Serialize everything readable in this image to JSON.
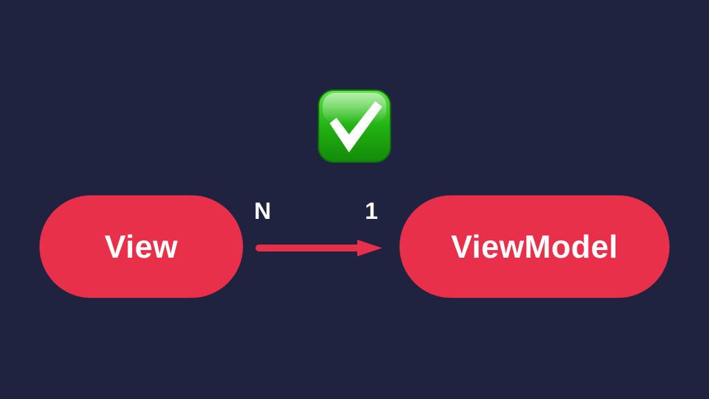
{
  "diagram": {
    "source_node": {
      "label": "View"
    },
    "target_node": {
      "label": "ViewModel"
    },
    "relationship": {
      "source_cardinality": "N",
      "target_cardinality": "1"
    },
    "status_icon": "check-mark-button-icon",
    "colors": {
      "background": "#1f2340",
      "node": "#e8304a",
      "arrow": "#e8304a",
      "text": "#ffffff",
      "check_green": "#2bb51c"
    }
  }
}
